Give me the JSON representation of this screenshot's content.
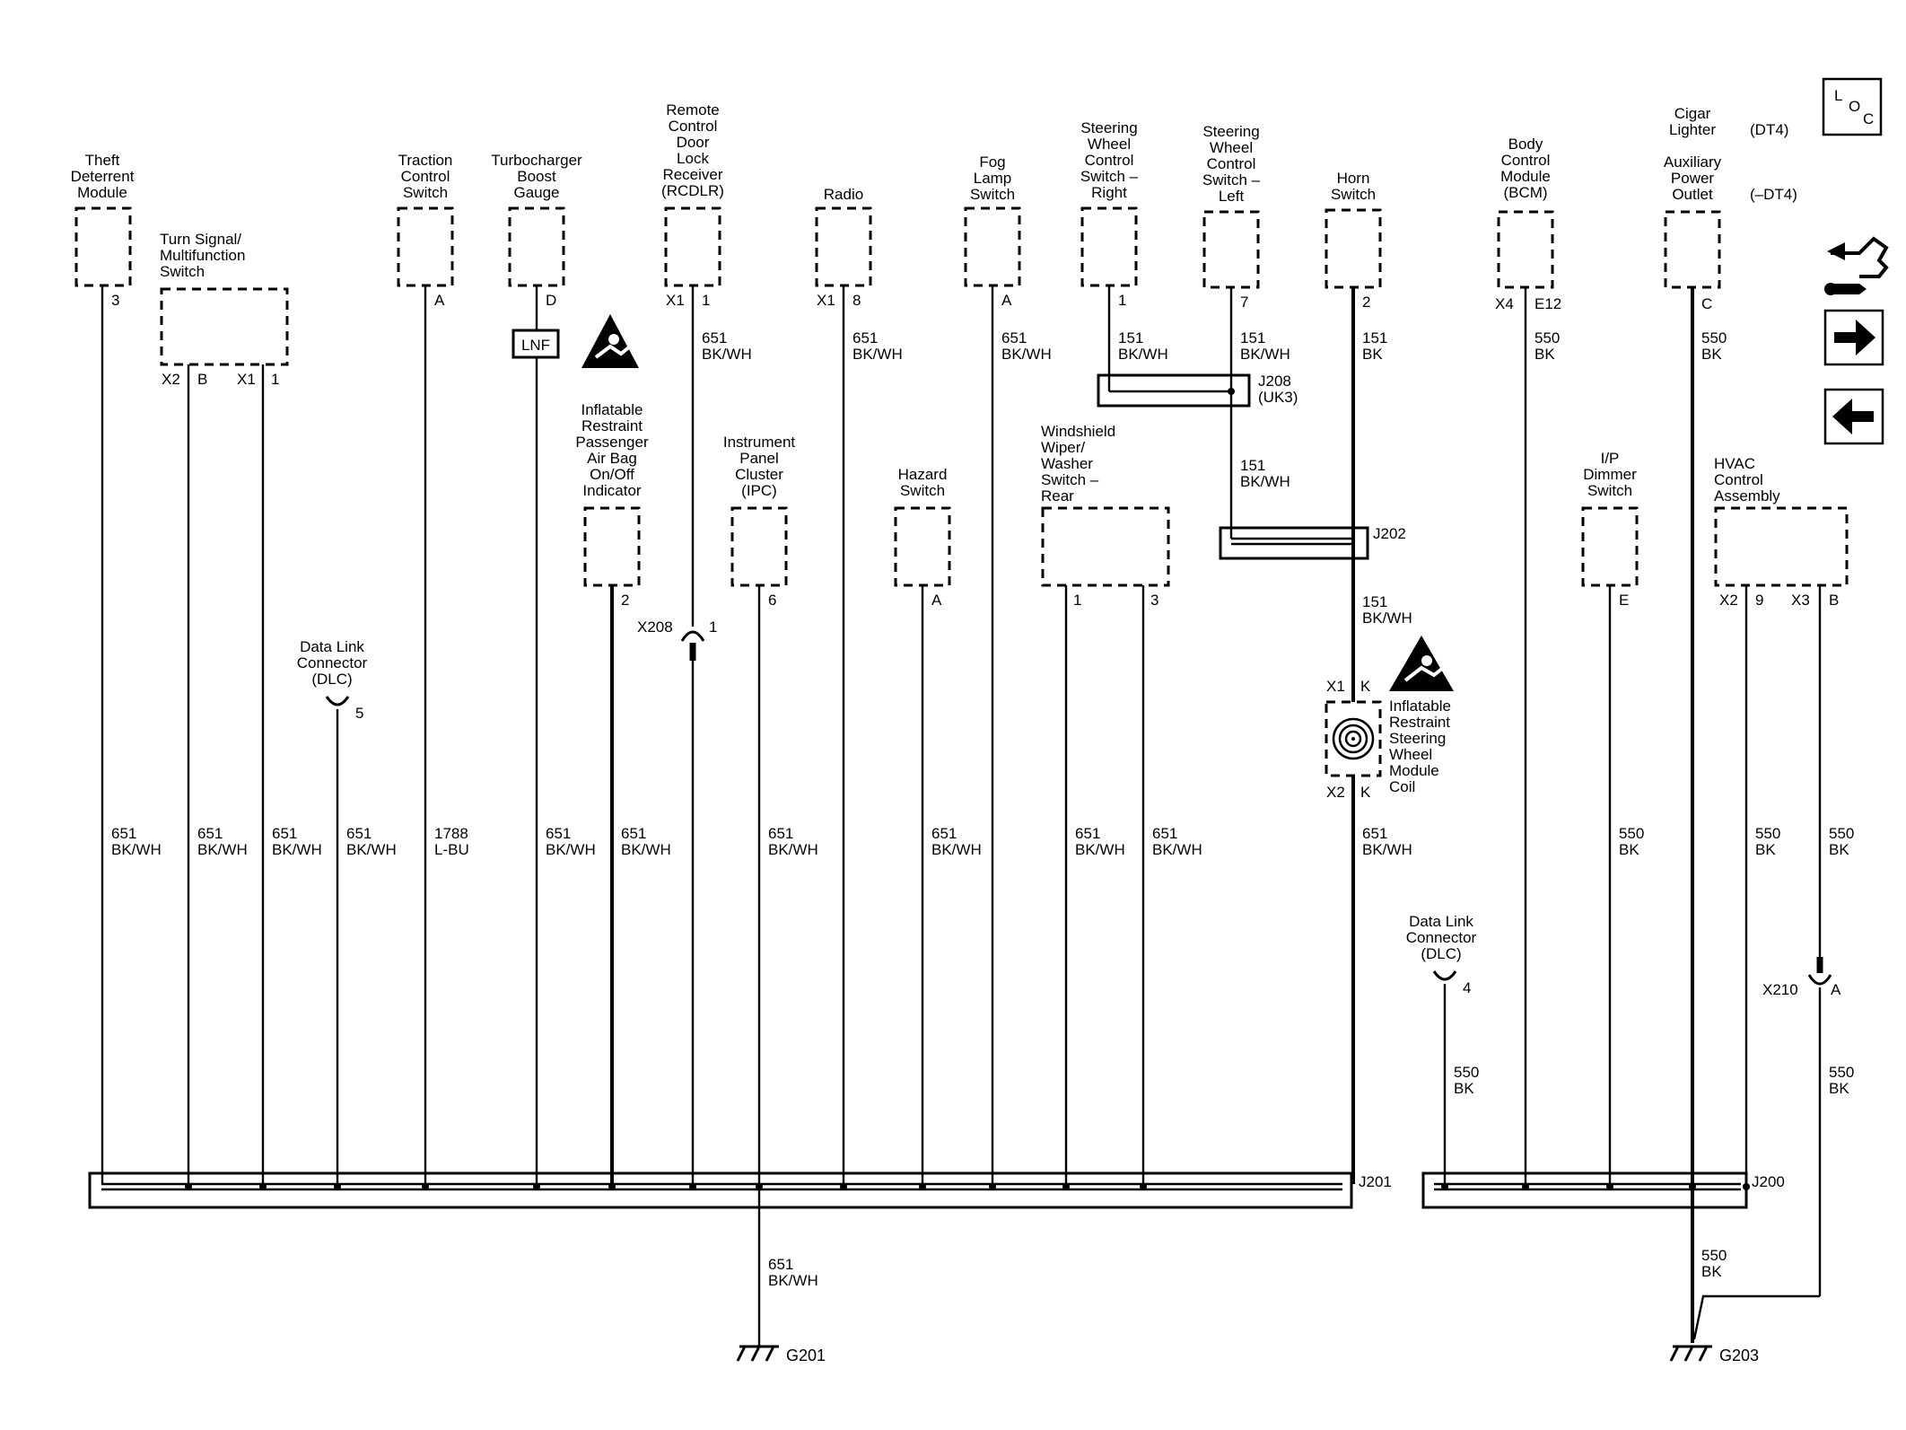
{
  "nav": {
    "loc_letters": [
      "L",
      "O",
      "C"
    ],
    "icons": [
      "connector-end-view-icon",
      "arrow-right-icon",
      "arrow-left-icon"
    ]
  },
  "components": {
    "theft_deterrent": {
      "label": [
        "Theft",
        "Deterrent",
        "Module"
      ],
      "pin": "3"
    },
    "turn_signal": {
      "label": [
        "Turn Signal/",
        "Multifunction",
        "Switch"
      ],
      "pins": [
        "X2",
        "B",
        "X1",
        "1"
      ]
    },
    "traction_control": {
      "label": [
        "Traction",
        "Control",
        "Switch"
      ],
      "pin": "A"
    },
    "turbo_boost": {
      "label": [
        "Turbocharger",
        "Boost",
        "Gauge"
      ],
      "pin": "D",
      "option": "LNF"
    },
    "rcdlr": {
      "label": [
        "Remote",
        "Control",
        "Door",
        "Lock",
        "Receiver",
        "(RCDLR)"
      ],
      "pins": [
        "X1",
        "1"
      ],
      "wire": [
        "651",
        "BK/WH"
      ]
    },
    "radio": {
      "label": [
        "Radio"
      ],
      "pins": [
        "X1",
        "8"
      ],
      "wire": [
        "651",
        "BK/WH"
      ]
    },
    "fog_lamp": {
      "label": [
        "Fog",
        "Lamp",
        "Switch"
      ],
      "pin": "A",
      "wire": [
        "651",
        "BK/WH"
      ]
    },
    "swc_right": {
      "label": [
        "Steering",
        "Wheel",
        "Control",
        "Switch –",
        "Right"
      ],
      "pin": "1",
      "wire": [
        "151",
        "BK/WH"
      ]
    },
    "swc_left": {
      "label": [
        "Steering",
        "Wheel",
        "Control",
        "Switch –",
        "Left"
      ],
      "pin": "7",
      "wire": [
        "151",
        "BK/WH"
      ]
    },
    "horn": {
      "label": [
        "Horn",
        "Switch"
      ],
      "pin": "2",
      "wire": [
        "151",
        "BK"
      ]
    },
    "bcm": {
      "label": [
        "Body",
        "Control",
        "Module",
        "(BCM)"
      ],
      "pins": [
        "X4",
        "E12"
      ],
      "wire": [
        "550",
        "BK"
      ]
    },
    "cigar": {
      "label": [
        "Cigar",
        "Lighter"
      ],
      "option": "(DT4)"
    },
    "aux_outlet": {
      "label": [
        "Auxiliary",
        "Power",
        "Outlet"
      ],
      "option": "(–DT4)",
      "pin": "C",
      "wire": [
        "550",
        "BK"
      ]
    },
    "airbag_indicator": {
      "label": [
        "Inflatable",
        "Restraint",
        "Passenger",
        "Air Bag",
        "On/Off",
        "Indicator"
      ],
      "pin": "2"
    },
    "ipc": {
      "label": [
        "Instrument",
        "Panel",
        "Cluster",
        "(IPC)"
      ],
      "pin": "6"
    },
    "hazard": {
      "label": [
        "Hazard",
        "Switch"
      ],
      "pin": "A"
    },
    "wiper_rear": {
      "label": [
        "Windshield",
        "Wiper/",
        "Washer",
        "Switch –",
        "Rear"
      ],
      "pins": [
        "1",
        "3"
      ]
    },
    "ip_dimmer": {
      "label": [
        "I/P",
        "Dimmer",
        "Switch"
      ],
      "pin": "E"
    },
    "hvac": {
      "label": [
        "HVAC",
        "Control",
        "Assembly"
      ],
      "pins": [
        "X2",
        "9",
        "X3",
        "B"
      ]
    },
    "dlc_left": {
      "label": [
        "Data Link",
        "Connector",
        "(DLC)"
      ],
      "pin": "5"
    },
    "dlc_right": {
      "label": [
        "Data Link",
        "Connector",
        "(DLC)"
      ],
      "pin": "4"
    },
    "coil": {
      "label": [
        "Inflatable",
        "Restraint",
        "Steering",
        "Wheel",
        "Module",
        "Coil"
      ],
      "pins": [
        "X1",
        "K",
        "X2",
        "K"
      ]
    }
  },
  "connectors": {
    "x208": {
      "name": "X208",
      "pin": "1"
    },
    "x210": {
      "name": "X210",
      "pin": "A"
    }
  },
  "splices": {
    "j208": {
      "name": "J208",
      "option": "(UK3)"
    },
    "j202": {
      "name": "J202"
    },
    "j201": {
      "name": "J201"
    },
    "j200": {
      "name": "J200"
    }
  },
  "wires": {
    "bkwh": [
      "651",
      "BK/WH"
    ],
    "lbu": [
      "1788",
      "L-BU"
    ],
    "bk550": [
      "550",
      "BK"
    ],
    "bk151": [
      "151",
      "BK/WH"
    ]
  },
  "grounds": {
    "g201": "G201",
    "g203": "G203"
  }
}
